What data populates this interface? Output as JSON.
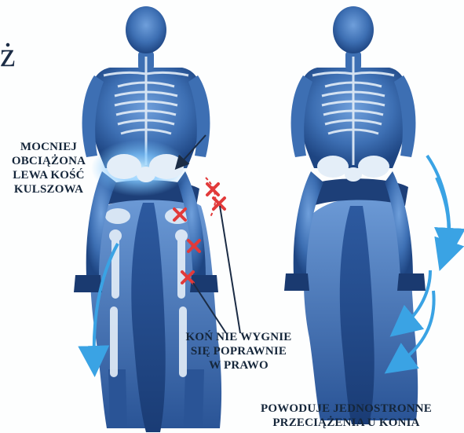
{
  "labels": {
    "left": [
      "MOCNIEJ",
      "OBCIĄŻONA",
      "LEWA KOŚĆ",
      "KULSZOWA"
    ],
    "middle": [
      "KOŃ NIE WYGNIE",
      "SIĘ POPRAWNIE",
      "W PRAWO"
    ],
    "bottom": [
      "POWODUJE JEDNOSTRONNE",
      "PRZECIĄŻENIA U KONIA"
    ],
    "corner_glyph": "ż"
  },
  "colors": {
    "body_dark": "#1f4a86",
    "body_mid": "#4a7ec4",
    "bone": "#e4eef8",
    "glow": "#7fc7ff",
    "arrow": "#3aa3e4",
    "cross": "#e23a3a",
    "text": "#15263a"
  },
  "icons": {
    "crosses": "x-mark-icon",
    "arrows": "curved-arrow-icon"
  },
  "diagram": {
    "figures": [
      "left-rider-horse-skeleton",
      "right-rider-horse-skeleton"
    ],
    "cross_marks_count": 5
  }
}
